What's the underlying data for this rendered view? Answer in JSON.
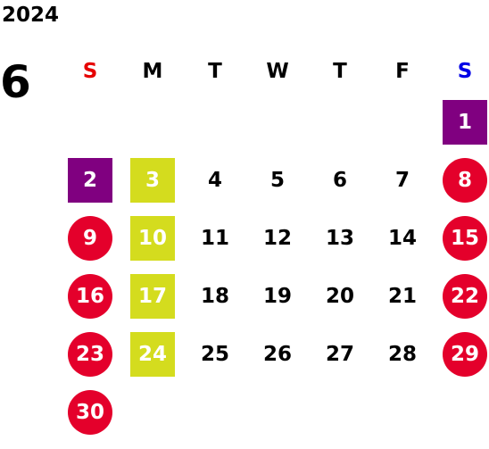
{
  "year": "2024",
  "month": "6",
  "colors": {
    "sunday_header": "#e60000",
    "saturday_header": "#0000e6",
    "weekday_header": "#000000",
    "holiday": "#e4002b",
    "purple": "#800080",
    "yellow_green": "#d4dc1e"
  },
  "weekdays": [
    {
      "label": "S",
      "color": "#e60000"
    },
    {
      "label": "M",
      "color": "#000000"
    },
    {
      "label": "T",
      "color": "#000000"
    },
    {
      "label": "W",
      "color": "#000000"
    },
    {
      "label": "T",
      "color": "#000000"
    },
    {
      "label": "F",
      "color": "#000000"
    },
    {
      "label": "S",
      "color": "#0000e6"
    }
  ],
  "weeks": [
    [
      null,
      null,
      null,
      null,
      null,
      null,
      {
        "day": "1",
        "style": "square",
        "color": "#800080"
      }
    ],
    [
      {
        "day": "2",
        "style": "square",
        "color": "#800080"
      },
      {
        "day": "3",
        "style": "square",
        "color": "#d4dc1e"
      },
      {
        "day": "4",
        "style": "plain"
      },
      {
        "day": "5",
        "style": "plain"
      },
      {
        "day": "6",
        "style": "plain"
      },
      {
        "day": "7",
        "style": "plain"
      },
      {
        "day": "8",
        "style": "circle",
        "color": "#e4002b"
      }
    ],
    [
      {
        "day": "9",
        "style": "circle",
        "color": "#e4002b"
      },
      {
        "day": "10",
        "style": "square",
        "color": "#d4dc1e"
      },
      {
        "day": "11",
        "style": "plain"
      },
      {
        "day": "12",
        "style": "plain"
      },
      {
        "day": "13",
        "style": "plain"
      },
      {
        "day": "14",
        "style": "plain"
      },
      {
        "day": "15",
        "style": "circle",
        "color": "#e4002b"
      }
    ],
    [
      {
        "day": "16",
        "style": "circle",
        "color": "#e4002b"
      },
      {
        "day": "17",
        "style": "square",
        "color": "#d4dc1e"
      },
      {
        "day": "18",
        "style": "plain"
      },
      {
        "day": "19",
        "style": "plain"
      },
      {
        "day": "20",
        "style": "plain"
      },
      {
        "day": "21",
        "style": "plain"
      },
      {
        "day": "22",
        "style": "circle",
        "color": "#e4002b"
      }
    ],
    [
      {
        "day": "23",
        "style": "circle",
        "color": "#e4002b"
      },
      {
        "day": "24",
        "style": "square",
        "color": "#d4dc1e"
      },
      {
        "day": "25",
        "style": "plain"
      },
      {
        "day": "26",
        "style": "plain"
      },
      {
        "day": "27",
        "style": "plain"
      },
      {
        "day": "28",
        "style": "plain"
      },
      {
        "day": "29",
        "style": "circle",
        "color": "#e4002b"
      }
    ],
    [
      {
        "day": "30",
        "style": "circle",
        "color": "#e4002b"
      },
      null,
      null,
      null,
      null,
      null,
      null
    ]
  ]
}
